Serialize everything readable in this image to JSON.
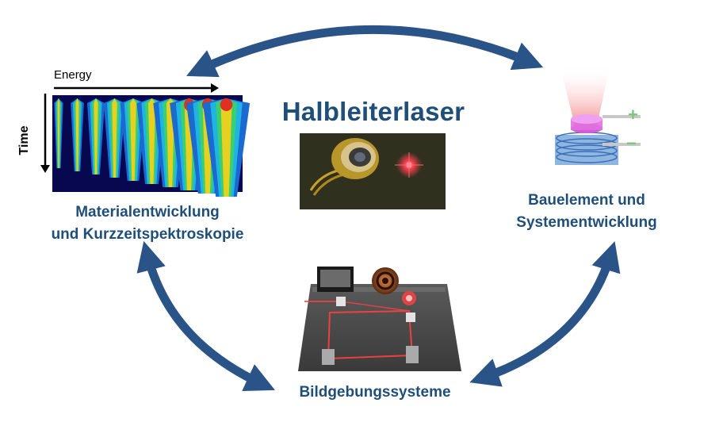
{
  "title": "Halbleiterlaser",
  "nodes": {
    "material": {
      "line1": "Materialentwicklung",
      "line2": "und Kurzzeitspektroskopie"
    },
    "device": {
      "line1": "Bauelement und",
      "line2": "Systementwicklung"
    },
    "imaging": {
      "label": "Bildgebungssysteme"
    }
  },
  "spectrogram": {
    "x_axis_label": "Energy",
    "y_axis_label": "Time"
  },
  "device_signs": {
    "plus": "+",
    "minus": "−"
  },
  "colors": {
    "accent": "#1f4e79",
    "arrow": "#2a5488",
    "plus": "#7cc67c",
    "minus": "#7cc67c"
  }
}
